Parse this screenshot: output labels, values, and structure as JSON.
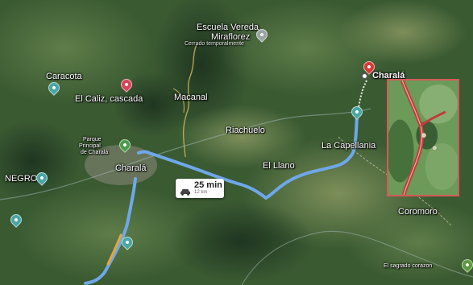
{
  "map": {
    "labels": {
      "escuela": "Escuela Vereda",
      "miraflorez": "Miraflorez",
      "cerrado": "Cerrado temporalmente",
      "charala_dest": "Charalá",
      "caracota": "Caracota",
      "el_caliz": "El Caliz, cascada",
      "macanal": "Macanal",
      "riachuelo": "Riachuelo",
      "la_capellania": "La Capellania",
      "el_llano": "El Llano",
      "parque_1": "Parque",
      "parque_2": "Principal",
      "parque_3": "de Charalá",
      "charala_town": "Charalá",
      "negro": "NEGRO",
      "coromoro": "Coromoro",
      "el_sagrado": "El sagrado corazon"
    },
    "eta": {
      "time": "25 min",
      "distance": "12 km"
    },
    "icons": {
      "car": "car-icon",
      "school": "school-pin-icon",
      "destination": "destination-pin-icon",
      "waterfall": "attraction-pin-icon",
      "park": "park-pin-icon"
    },
    "colors": {
      "route": "#6fa8e8",
      "route_orange": "#e8a53a",
      "inset_border": "#d65a5a",
      "inset_road": "#c23a3a"
    }
  }
}
